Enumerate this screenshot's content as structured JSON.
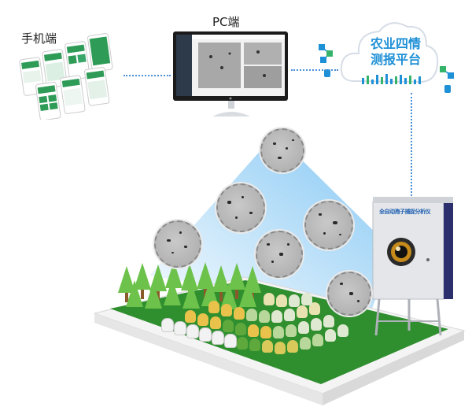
{
  "labels": {
    "mobile": "手机端",
    "pc": "PC端",
    "cloud_line1": "农业四情",
    "cloud_line2": "测报平台",
    "device": "全自动孢子捕捉分析仪"
  },
  "colors": {
    "accent_blue": "#1e90d6",
    "ground_green": "#2f8f2f",
    "tree_green": "#6cc24a",
    "device_gray": "#e4e6e9",
    "device_dark": "#2b2f6b"
  },
  "icons": [
    "phone-screens-icon",
    "desktop-monitor-icon",
    "cloud-icon",
    "network-nodes-icon",
    "camera-lens-icon",
    "petri-dish-icon"
  ]
}
